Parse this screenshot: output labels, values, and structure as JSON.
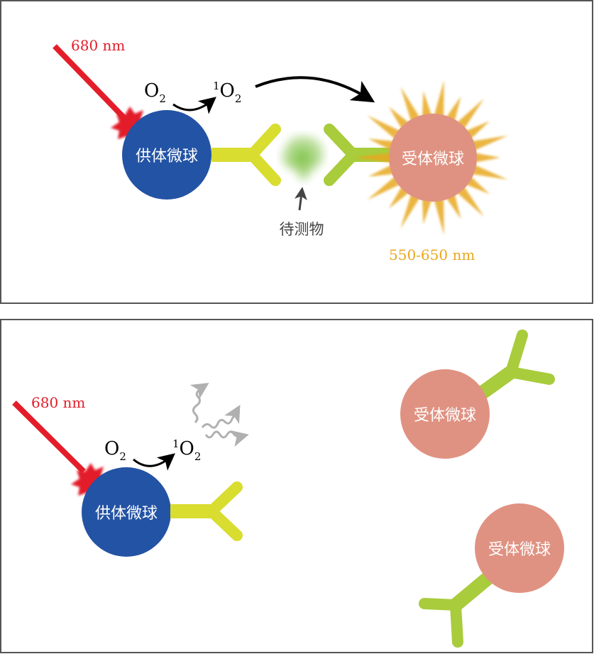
{
  "colors": {
    "laser": "#e31e2a",
    "donor": "#2353a4",
    "acceptor": "#e09282",
    "antibody_donor": "#d8dd30",
    "antibody_acceptor": "#a8cc3c",
    "emission": "#e8a81e",
    "analyte": "#7cc142",
    "decay": "#b0b0b0"
  },
  "top_panel": {
    "laser_label": "680 nm",
    "donor_label": "供体微球",
    "acceptor_label": "受体微球",
    "oxygen": "O",
    "oxygen_sub": "2",
    "singlet_sup": "1",
    "singlet": "O",
    "singlet_sub": "2",
    "analyte_label": "待测物",
    "emission_label": "550-650 nm"
  },
  "bottom_panel": {
    "laser_label": "680 nm",
    "donor_label": "供体微球",
    "acceptor_label_1": "受体微球",
    "acceptor_label_2": "受体微球",
    "oxygen": "O",
    "oxygen_sub": "2",
    "singlet_sup": "1",
    "singlet": "O",
    "singlet_sub": "2"
  }
}
